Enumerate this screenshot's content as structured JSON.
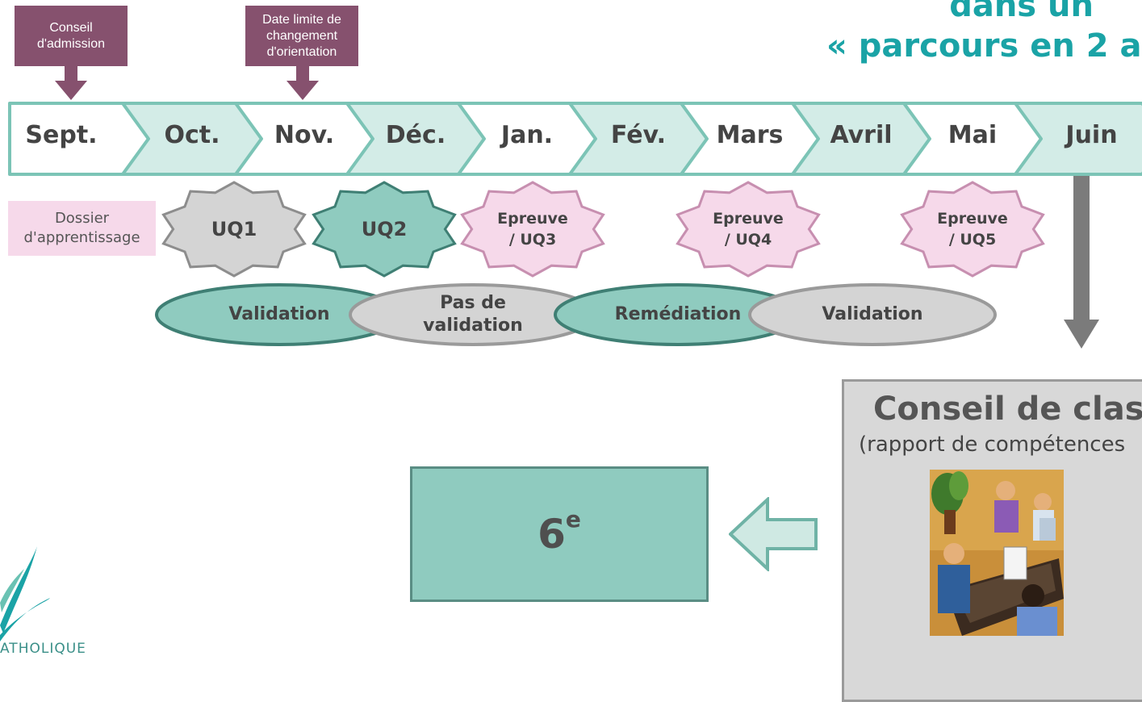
{
  "title": {
    "line1": "dans un",
    "line2": "« parcours en 2 a"
  },
  "flags": [
    {
      "id": "conseil-admission",
      "text": "Conseil\nd'admission"
    },
    {
      "id": "date-limite",
      "text": "Date limite de\nchangement\nd'orientation"
    }
  ],
  "months": [
    "Sept.",
    "Oct.",
    "Nov.",
    "Déc.",
    "Jan.",
    "Fév.",
    "Mars",
    "Avril",
    "Mai",
    "Juin"
  ],
  "dossier": "Dossier\nd'apprentissage",
  "stars": [
    {
      "label": "UQ1",
      "style": "gray"
    },
    {
      "label": "UQ2",
      "style": "teal"
    },
    {
      "label": "Epreuve\n/ UQ3",
      "style": "pink"
    },
    {
      "label": "Epreuve\n/ UQ4",
      "style": "pink"
    },
    {
      "label": "Epreuve\n/ UQ5",
      "style": "pink"
    }
  ],
  "ovals": [
    {
      "label": "Validation",
      "style": "teal"
    },
    {
      "label": "Pas de\nvalidation",
      "style": "gray"
    },
    {
      "label": "Remédiation",
      "style": "teal"
    },
    {
      "label": "Validation",
      "style": "gray"
    }
  ],
  "conseil_classe": {
    "title": "Conseil de classe",
    "subtitle": "(rapport de compétences"
  },
  "sixth": {
    "number": "6",
    "suffix": "e"
  },
  "logo": {
    "text": "ATHOLIQUE"
  },
  "colors": {
    "teal_title": "#1aa3a6",
    "flag": "#86516e",
    "timeline_light": "#d3ece7",
    "timeline_white": "#ffffff",
    "timeline_border": "#7cc4b6",
    "teal_fill": "#8fcbbf",
    "gray_fill": "#d4d4d4",
    "pink_fill": "#f6d9ea"
  }
}
